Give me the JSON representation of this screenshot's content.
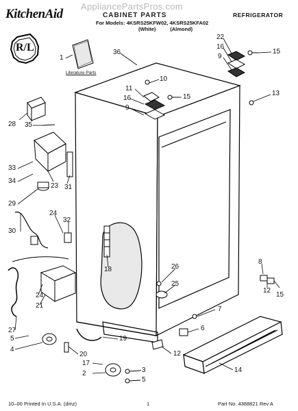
{
  "header": {
    "brand": "KitchenAid",
    "watermark": "AppliancePartsPros.com",
    "title": "CABINET PARTS",
    "models_label": "For Models: 4KSRS25KFW02, 4KSRS25KFA02",
    "variants": "(White)          (Almond)",
    "product_type": "REFRIGERATOR",
    "seal": "R/L"
  },
  "literature_label": "Literature Parts",
  "callouts": [
    "1",
    "36",
    "10",
    "22",
    "16",
    "9",
    "15",
    "11",
    "15",
    "16",
    "9",
    "13",
    "28",
    "35",
    "33",
    "34",
    "23",
    "31",
    "29",
    "24",
    "32",
    "30",
    "18",
    "26",
    "25",
    "8",
    "12",
    "15",
    "24",
    "21",
    "27",
    "5",
    "4",
    "20",
    "7",
    "6",
    "19",
    "17",
    "2",
    "3",
    "5",
    "12",
    "14"
  ],
  "footer": {
    "left": "10–00 Printed In U.S.A. (dmz)",
    "center": "1",
    "right": "Part No. 4388821 Rev A"
  }
}
